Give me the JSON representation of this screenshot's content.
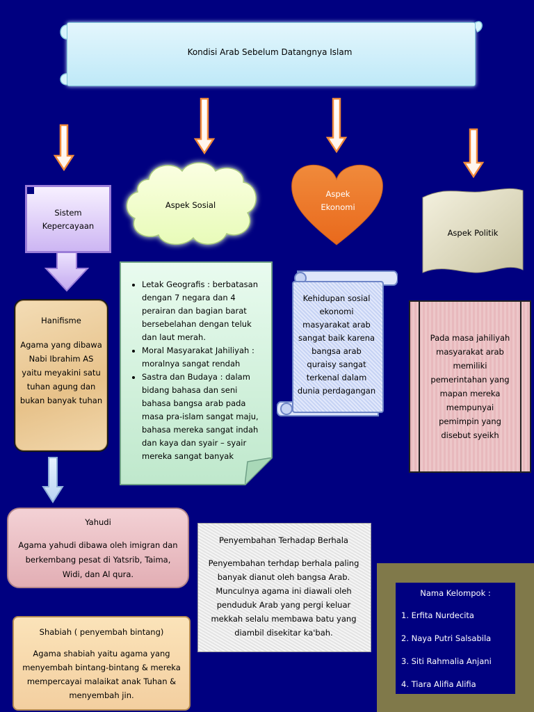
{
  "title": "Kondisi Arab Sebelum Datangnya Islam",
  "nodes": {
    "sistem": "Sistem Kepercayaan",
    "sosial": "Aspek Sosial",
    "ekonomi": [
      "Aspek",
      "Ekonomi"
    ],
    "politik": "Aspek Politik"
  },
  "hanifisme": {
    "heading": "Hanifisme",
    "text": "Agama yang dibawa Nabi Ibrahim AS yaitu meyakini satu tuhan agung dan bukan banyak tuhan"
  },
  "sosial_detail": [
    "Letak Geografis : berbatasan dengan 7 negara dan 4 perairan dan bagian barat bersebelahan dengan teluk dan laut merah.",
    "Moral Masyarakat Jahiliyah : moralnya sangat rendah",
    "Sastra dan Budaya : dalam bidang bahasa dan seni bahasa bangsa arab pada masa pra-islam sangat maju, bahasa mereka sangat indah dan kaya dan syair – syair mereka sangat banyak"
  ],
  "ekonomi_detail": "Kehidupan sosial ekonomi masyarakat arab sangat baik karena bangsa arab quraisy sangat terkenal dalam dunia perdagangan",
  "politik_detail": "Pada masa jahiliyah masyarakat arab memiliki pemerintahan yang mapan mereka mempunyai pemimpin yang disebut syeikh",
  "yahudi": {
    "heading": "Yahudi",
    "text": "Agama yahudi dibawa oleh imigran dan berkembang pesat di Yatsrib, Taima, Widi, dan Al qura."
  },
  "berhala": {
    "heading": "Penyembahan Terhadap Berhala",
    "text": "Penyembahan terhdap berhala paling banyak dianut oleh bangsa Arab. Munculnya agama ini diawali oleh penduduk Arab yang pergi keluar mekkah selalu membawa batu yang diambil disekitar ka'bah."
  },
  "shabiah": {
    "heading": "Shabiah ( penyembah bintang)",
    "text": "Agama shabiah yaitu agama yang menyembah bintang-bintang & mereka mempercayai malaikat anak Tuhan & menyembah jin."
  },
  "kelompok": {
    "heading": "Nama Kelompok :",
    "members": [
      "1. Erfita Nurdecita",
      "2. Naya Putri Salsabila",
      "3. Siti Rahmalia Anjani",
      "4. Tiara Alifia Alifia"
    ]
  }
}
